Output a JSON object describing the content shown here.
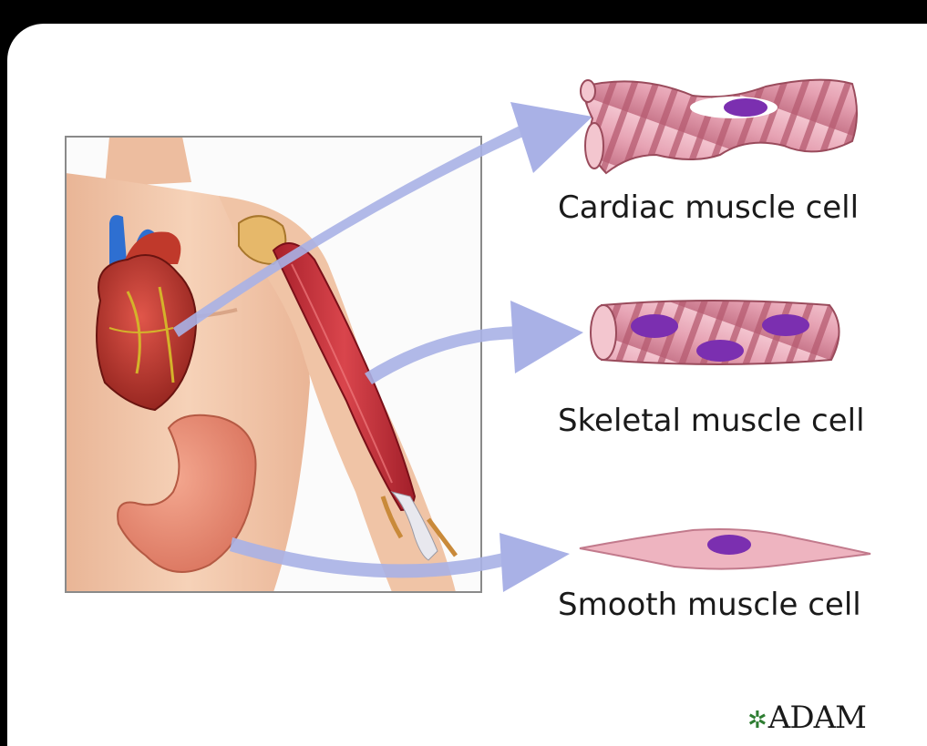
{
  "labels": {
    "cardiac": "Cardiac muscle cell",
    "skeletal": "Skeletal muscle cell",
    "smooth": "Smooth muscle cell"
  },
  "logo": {
    "text": "ADAM",
    "icon": "leaf-icon"
  },
  "colors": {
    "background": "#000000",
    "panel": "#ffffff",
    "arrow": "#a9b1e6",
    "skin": "#f0c2a2",
    "muscle_red": "#c9303a",
    "cell_pink": "#e8a7b6",
    "nucleus": "#7b2fb0",
    "heart_red": "#c0392b",
    "vessel_blue": "#2e6fd1"
  }
}
